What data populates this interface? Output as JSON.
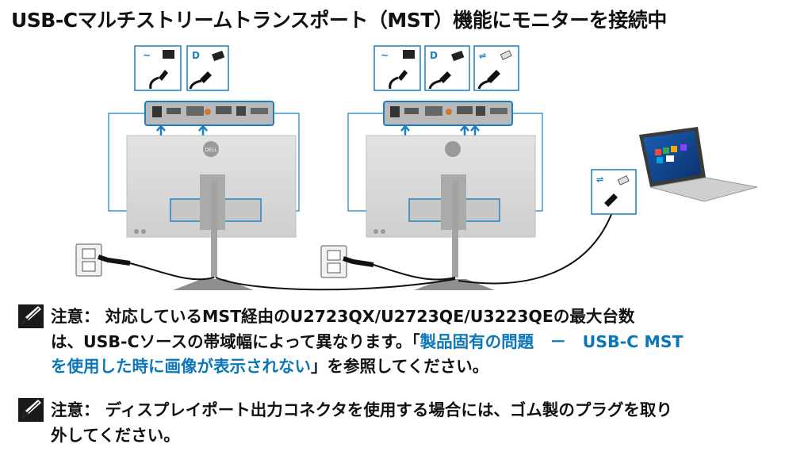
{
  "page": {
    "title": "USB-Cマルチストリームトランスポート（MST）機能にモニターを接続中"
  },
  "diagram": {
    "monitor_logo": "DELL",
    "icons": {
      "power": "power-outlet-icon",
      "ac": "ac-tilde-icon",
      "displayport": "displayport-icon",
      "usb": "usb-icon",
      "note": "note-pencil-icon"
    },
    "accent_color": "#1b7fc1"
  },
  "notes": [
    {
      "label": "注意：",
      "lines": [
        "対応しているMST経由のU2723QX/U2723QE/U3223QEの最大台数",
        "は、USB-Cソースの帯域幅によって異なります。「"
      ],
      "link_text_1": "製品固有の問題　－　USB-C MST",
      "link_text_2": "を使用した時に画像が表示されない",
      "after_link": "」を参照してください。"
    },
    {
      "label": "注意：",
      "line1": "ディスプレイポート出力コネクタを使用する場合には、ゴム製のプラグを取り",
      "line2": "外してください。"
    }
  ]
}
